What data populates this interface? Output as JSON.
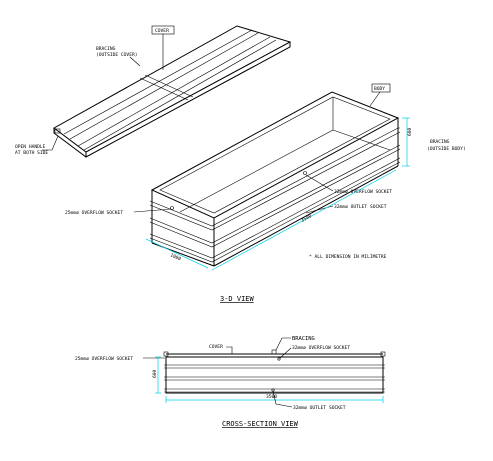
{
  "labels": {
    "cover": "COVER",
    "body": "BODY",
    "bracing_cover_1": "BRACING",
    "bracing_cover_2": "(OUTSIDE COVER)",
    "open_handle_1": "OPEN HANDLE",
    "open_handle_2": "AT BOTH SIDE",
    "bracing_body_1": "BRACING",
    "bracing_body_2": "(OUTSIDE BODY)",
    "overflow_socket_right": "32mmø OVERFLOW SOCKET",
    "outlet_socket_right": "32mmø OUTLET SOCKET",
    "overflow_socket_left": "25mmø OVERFLOW SOCKET",
    "note": "* ALL DIMENSION IN MILIMETRE",
    "dim_height": "600",
    "dim_length": "3500",
    "dim_width": "1000",
    "view_title_3d": "3-D VIEW",
    "cs_cover": "COVER",
    "cs_bracing": "BRACING",
    "cs_overflow_right": "32mmø OVERFLOW SOCKET",
    "cs_overflow_left": "25mmø OVERFLOW SOCKET",
    "cs_outlet": "32mmø OUTLET SOCKET",
    "cs_dim_height": "600",
    "cs_dim_length": "3500",
    "view_title_cs": "CROSS-SECTION VIEW"
  },
  "colors": {
    "dimension_line": "#00cfe8",
    "line": "#000000"
  }
}
